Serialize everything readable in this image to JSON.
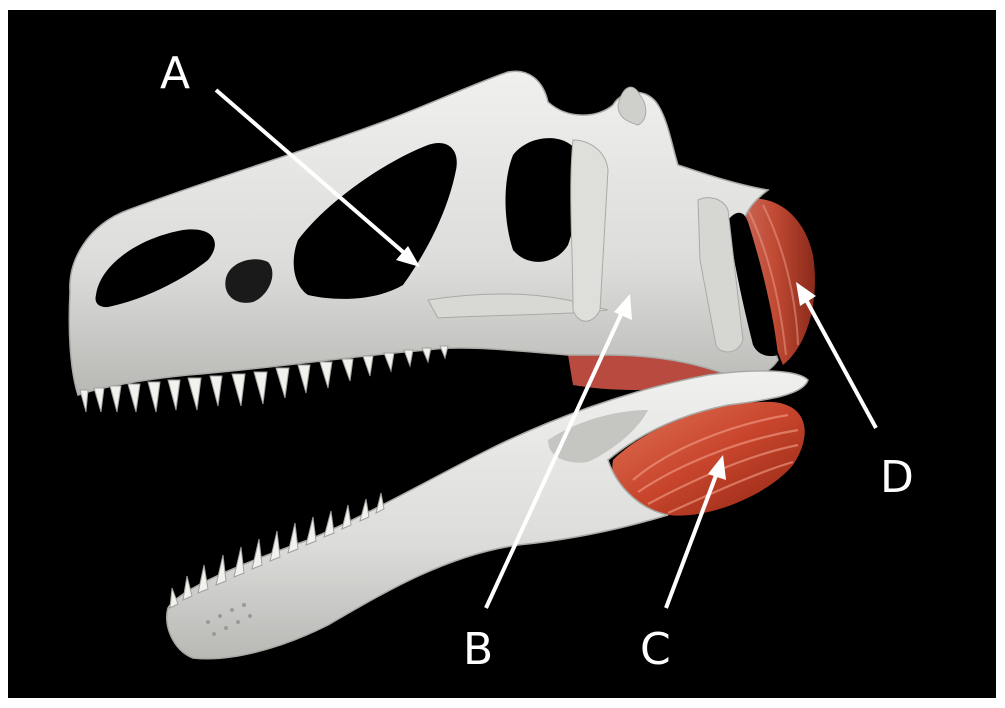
{
  "labels": {
    "a": "A",
    "b": "B",
    "c": "C",
    "d": "D"
  },
  "colors": {
    "background": "#000000",
    "bone": "#e3e3e1",
    "bone_shadow": "#b9b9b6",
    "muscle": "#c8452c",
    "muscle_dark": "#8e2414",
    "muscle_light": "#e0735a",
    "arrow": "#ffffff"
  },
  "subject": {
    "skull_icon": "theropod-skull-icon",
    "muscle_icon": "jaw-muscle-icon"
  }
}
